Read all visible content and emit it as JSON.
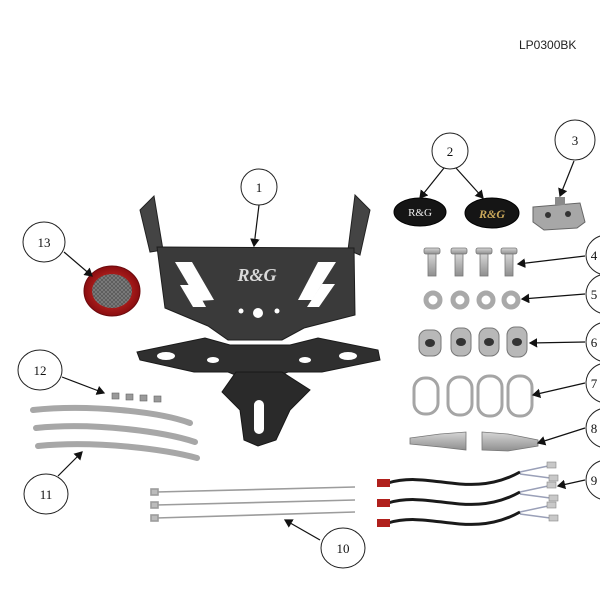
{
  "header": {
    "part_code": "LP0300BK"
  },
  "callouts": {
    "c1": "1",
    "c2": "2",
    "c3": "3",
    "c4": "4",
    "c5": "5",
    "c6": "6",
    "c7": "7",
    "c8": "8",
    "c9": "9",
    "c10": "10",
    "c11": "11",
    "c12": "12",
    "c13": "13"
  },
  "badges": {
    "logo_left": "R&G",
    "logo_right": "R&G",
    "plate_logo": "R&G"
  },
  "colors": {
    "bracket": "#333333",
    "metal": "#b9b9b9",
    "reflector_red": "#c0161b",
    "wire_red": "#b0201c"
  }
}
